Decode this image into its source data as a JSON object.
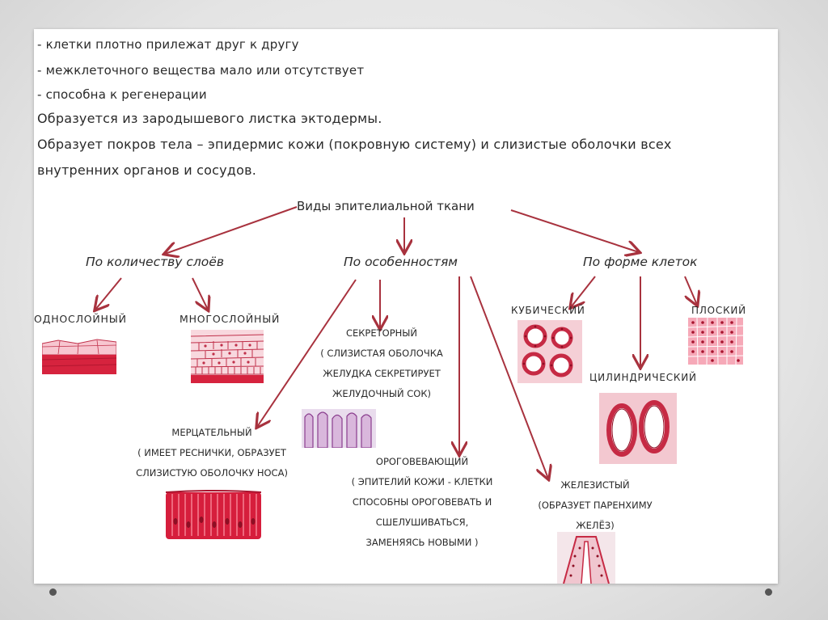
{
  "intro_lines": [
    "- клетки плотно прилежат друг к другу",
    "- межклеточного вещества мало или отсутствует",
    "- способна к регенерации",
    "Образуется из зародышевого листка эктодермы.",
    "Образует покров тела – эпидермис кожи (покровную систему) и слизистые оболочки всех",
    "внутренних органов и сосудов."
  ],
  "root": "Виды эпителиальной ткани",
  "categories": {
    "layers": "По количеству слоёв",
    "features": "По особенностям",
    "shape": "По форме клеток"
  },
  "labels": {
    "single": "однослойный",
    "multi": "многослойный",
    "cubic": "кубический",
    "flat": "плоский",
    "cylindric": "цилиндрический"
  },
  "captions": {
    "secretory": [
      "СЕКРЕТОРНЫЙ",
      "( СЛИЗИСТАЯ ОБОЛОЧКА",
      "ЖЕЛУДКА СЕКРЕТИРУЕТ",
      "ЖЕЛУДОЧНЫЙ СОК)"
    ],
    "ciliated": [
      "МЕРЦАТЕЛЬНЫЙ",
      "( ИМЕЕТ РЕСНИЧКИ, ОБРАЗУЕТ",
      "СЛИЗИСТУЮ ОБОЛОЧКУ НОСА)"
    ],
    "keratinizing": [
      "ОРОГОВЕВАЮЩИЙ",
      "( ЭПИТЕЛИЙ КОЖИ - КЛЕТКИ",
      "СПОСОБНЫ ОРОГОВЕВАТЬ И",
      "СШЕЛУШИВАТЬСЯ,",
      "ЗАМЕНЯЯСЬ НОВЫМИ )"
    ],
    "glandular": [
      "ЖЕЛЕЗИСТЫЙ",
      "(ОБРАЗУЕТ ПАРЕНХИМУ",
      "ЖЕЛЁЗ)"
    ]
  },
  "colors": {
    "arrow": "#a8323e",
    "tissue": "#d2364f",
    "tissue_light": "#f2b4c2"
  }
}
